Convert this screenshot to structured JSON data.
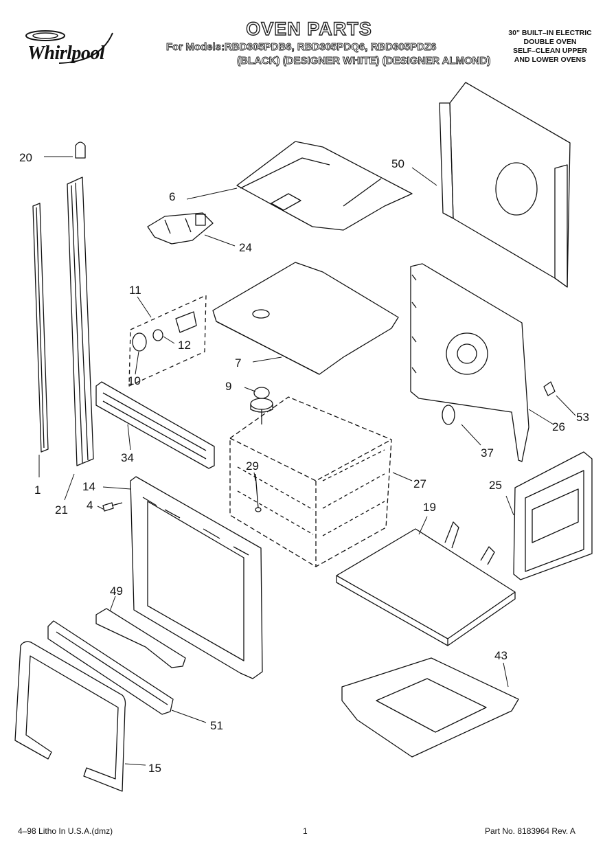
{
  "header": {
    "brand": "Whirlpool",
    "title": "OVEN PARTS",
    "models_line": "For Models:RBD305PDB6, RBD305PDQ6, RBD305PDZ6",
    "colors_line": "(BLACK)  (DESIGNER WHITE) (DESIGNER ALMOND)",
    "description": [
      "30\" BUILT–IN ELECTRIC",
      "DOUBLE OVEN",
      "SELF–CLEAN UPPER",
      "AND LOWER OVENS"
    ]
  },
  "callouts": [
    {
      "n": "20"
    },
    {
      "n": "6"
    },
    {
      "n": "50"
    },
    {
      "n": "24"
    },
    {
      "n": "11"
    },
    {
      "n": "12"
    },
    {
      "n": "7"
    },
    {
      "n": "10"
    },
    {
      "n": "9"
    },
    {
      "n": "53"
    },
    {
      "n": "26"
    },
    {
      "n": "34"
    },
    {
      "n": "37"
    },
    {
      "n": "29"
    },
    {
      "n": "27"
    },
    {
      "n": "1"
    },
    {
      "n": "14"
    },
    {
      "n": "25"
    },
    {
      "n": "21"
    },
    {
      "n": "4"
    },
    {
      "n": "19"
    },
    {
      "n": "49"
    },
    {
      "n": "43"
    },
    {
      "n": "51"
    },
    {
      "n": "15"
    }
  ],
  "footer": {
    "left": "4–98 Litho In U.S.A.(dmz)",
    "page": "1",
    "right": "Part No. 8183964 Rev. A"
  }
}
